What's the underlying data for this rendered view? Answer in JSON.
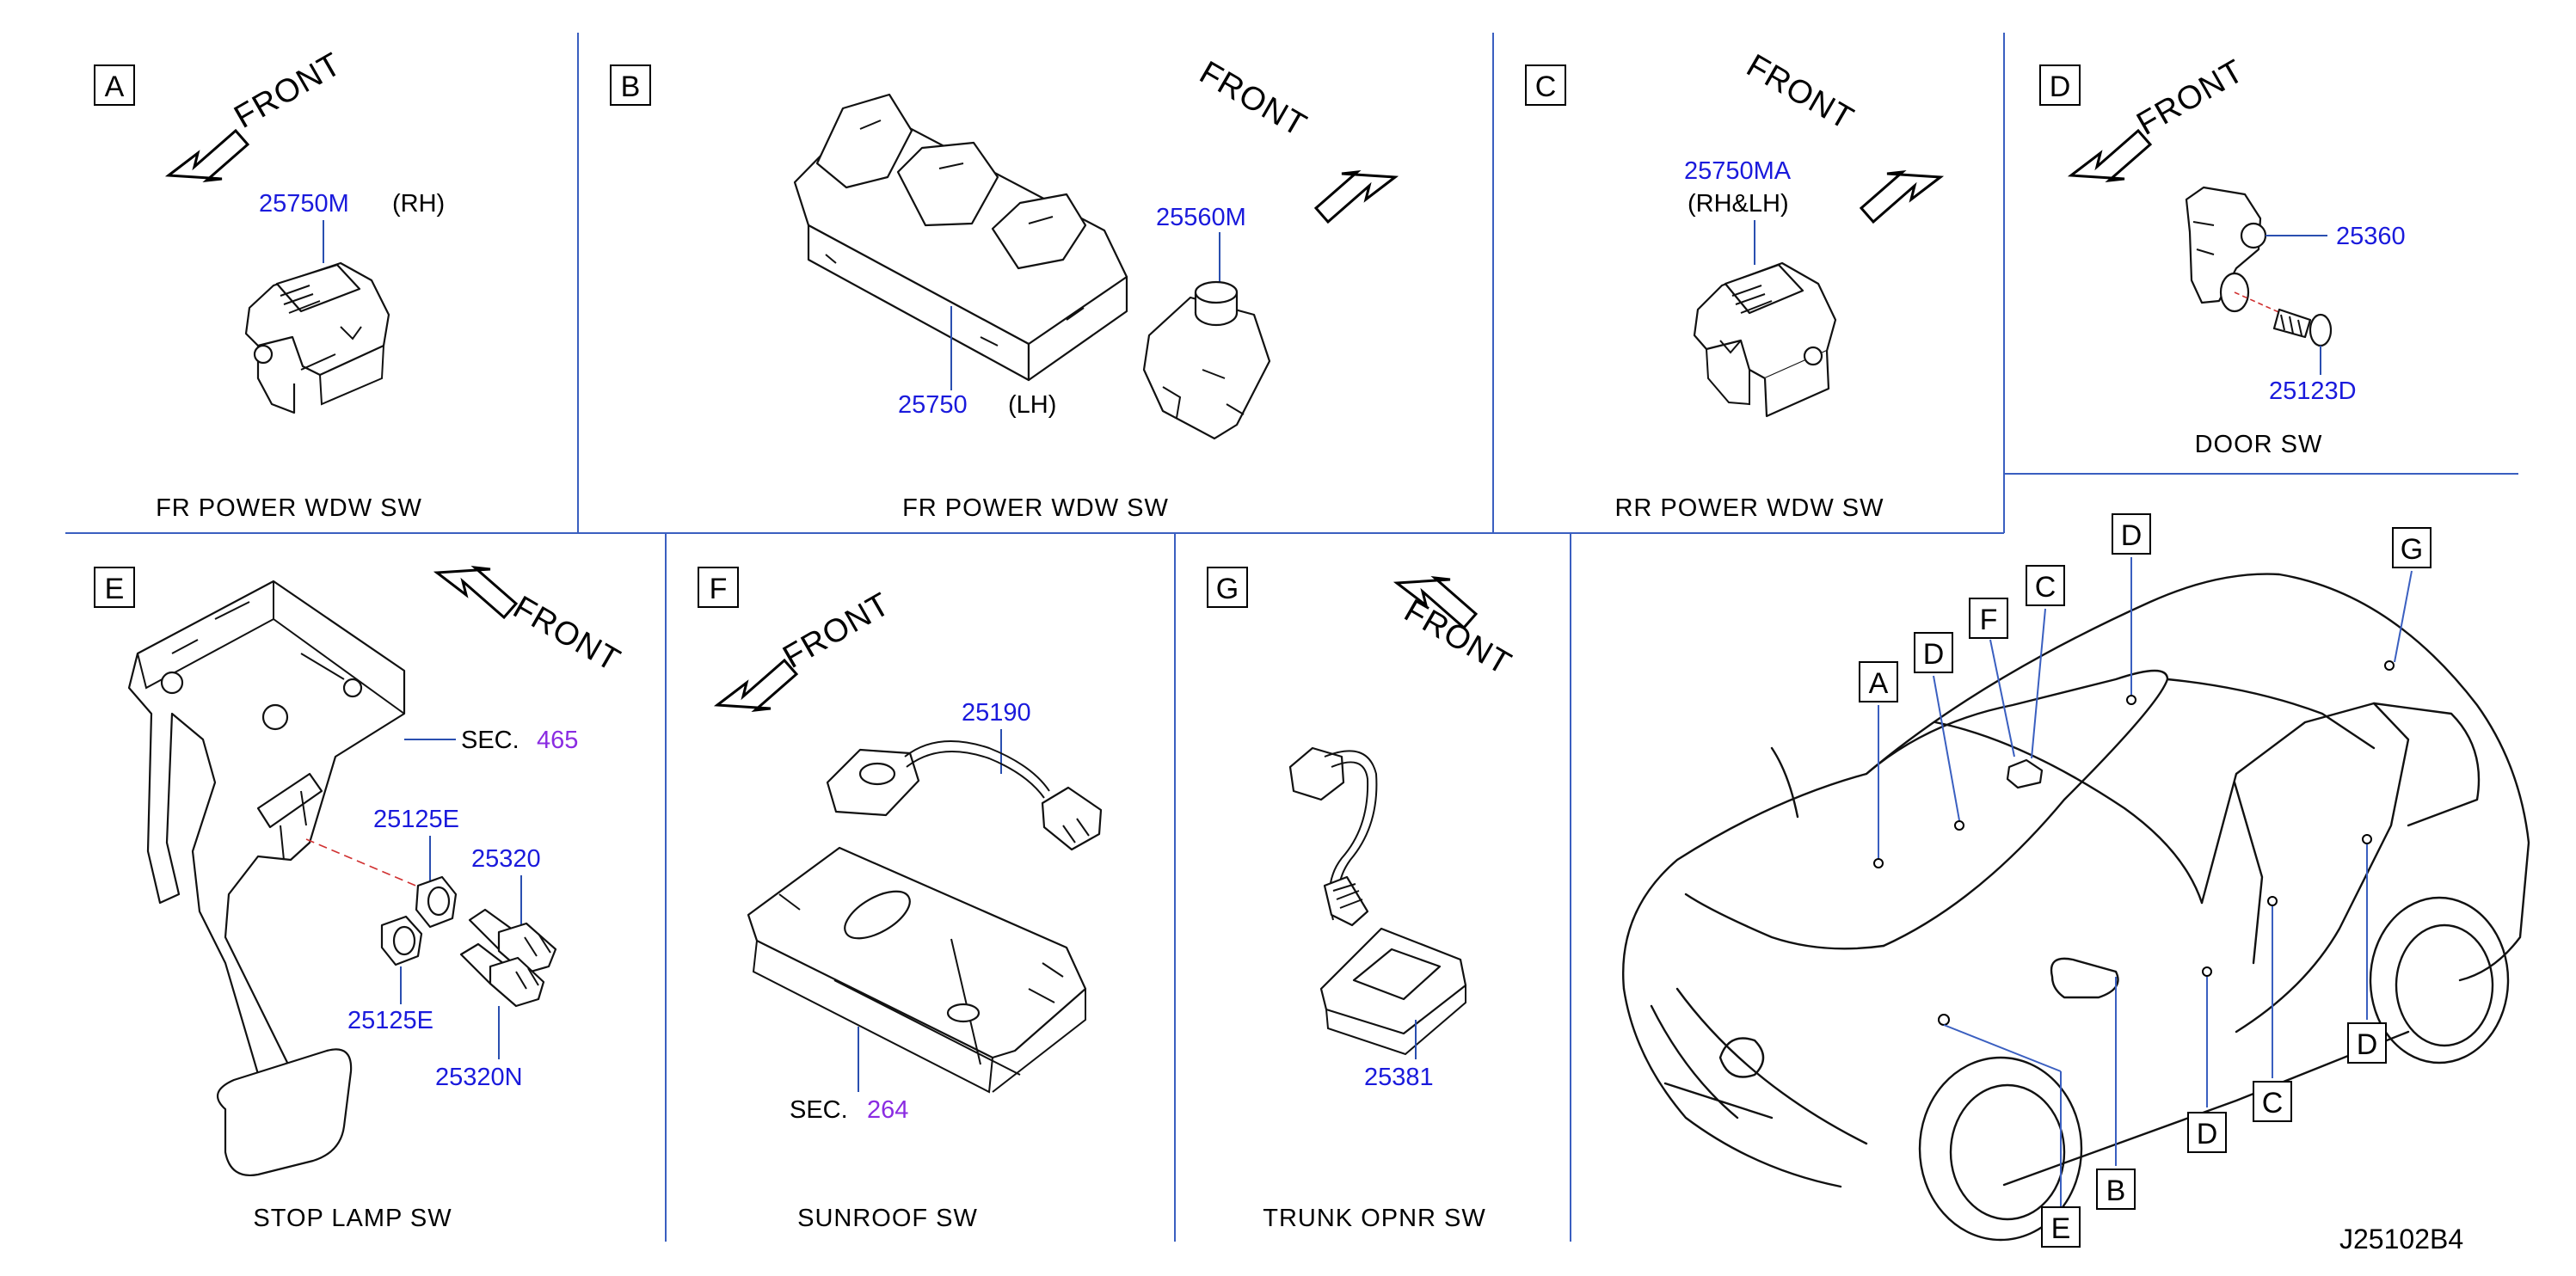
{
  "colors": {
    "part_number": "#1a1adc",
    "section_ref": "#8a2be2",
    "divider": "#3a5fc0",
    "ink": "#000000"
  },
  "panels": {
    "A": {
      "letter": "A",
      "front": "FRONT",
      "part": "25750M",
      "note": "(RH)",
      "caption": "FR   POWER   WDW   SW"
    },
    "B": {
      "letter": "B",
      "front": "FRONT",
      "part_main": "25750",
      "note": "(LH)",
      "part_sub": "25560M",
      "caption": "FR   POWER   WDW   SW"
    },
    "C": {
      "letter": "C",
      "front": "FRONT",
      "part": "25750MA",
      "note": "(RH&LH)",
      "caption": "RR   POWER   WDW   SW"
    },
    "D": {
      "letter": "D",
      "front": "FRONT",
      "part_main": "25360",
      "part_screw": "25123D",
      "caption": "DOOR   SW"
    },
    "E": {
      "letter": "E",
      "front": "FRONT",
      "sec_prefix": "SEC.",
      "sec_num": "465",
      "part_bushing_top": "25125E",
      "part_switch_top": "25320",
      "part_bushing_bottom": "25125E",
      "part_switch_bottom": "25320N",
      "caption": "STOP   LAMP   SW"
    },
    "F": {
      "letter": "F",
      "front": "FRONT",
      "part": "25190",
      "sec_prefix": "SEC.",
      "sec_num": "264",
      "caption": "SUNROOF   SW"
    },
    "G": {
      "letter": "G",
      "front": "FRONT",
      "part": "25381",
      "caption": "TRUNK   OPNR   SW"
    }
  },
  "car_callouts": [
    "A",
    "D",
    "F",
    "C",
    "D",
    "G",
    "B",
    "E",
    "D",
    "C",
    "D"
  ],
  "diagram_id": "J25102B4"
}
